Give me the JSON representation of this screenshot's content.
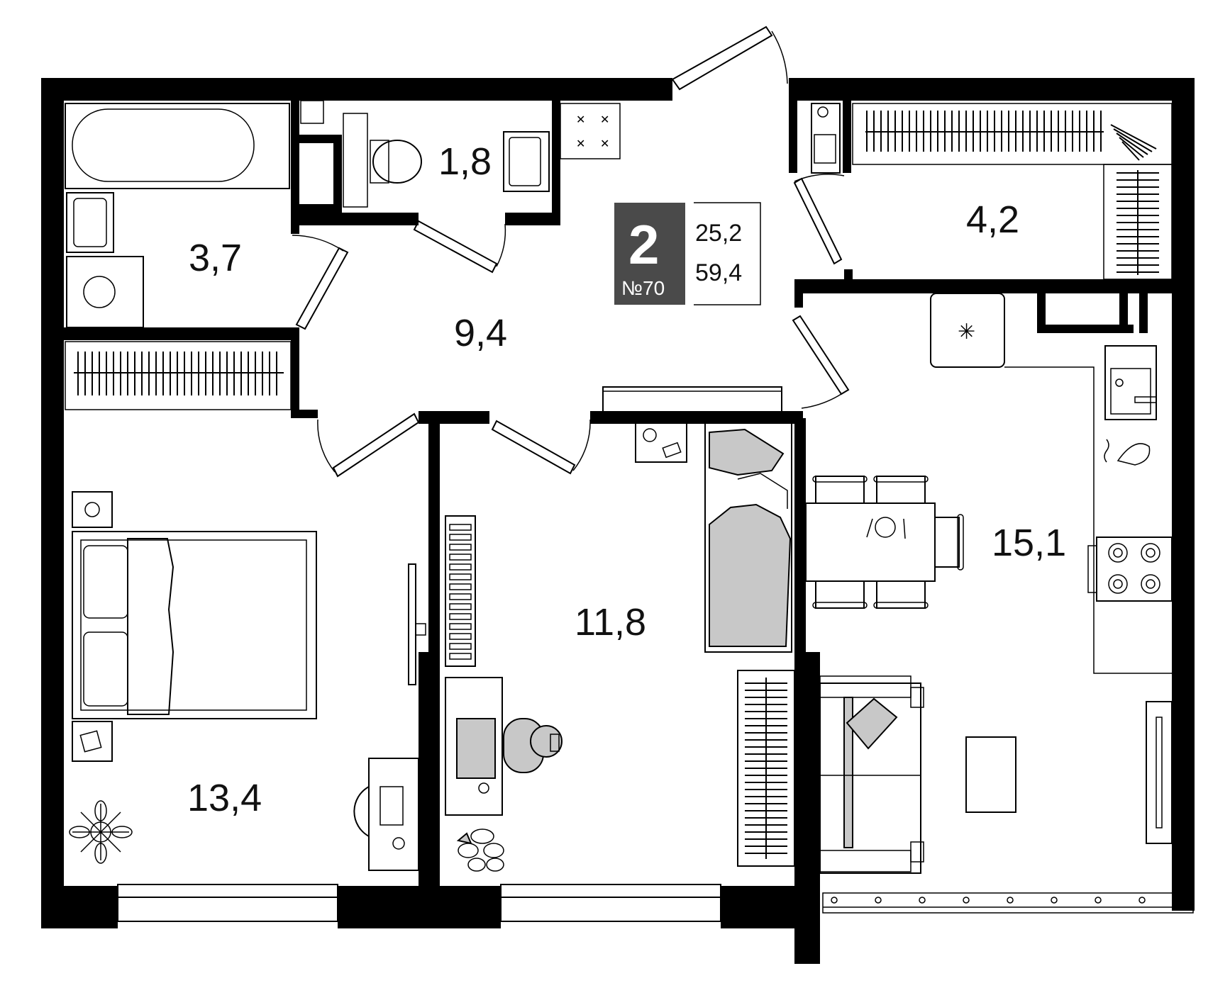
{
  "apartment": {
    "rooms": "2",
    "number_label": "№70",
    "living_area": "25,2",
    "total_area": "59,4"
  },
  "rooms": {
    "bathroom": "3,7",
    "toilet": "1,8",
    "hallway": "9,4",
    "storage": "4,2",
    "bedroom": "13,4",
    "children_room": "11,8",
    "kitchen_living": "15,1"
  },
  "colors": {
    "wall": "#000000",
    "badge_bg": "#4a4a4a",
    "furniture_fill": "#c8c8c8"
  }
}
